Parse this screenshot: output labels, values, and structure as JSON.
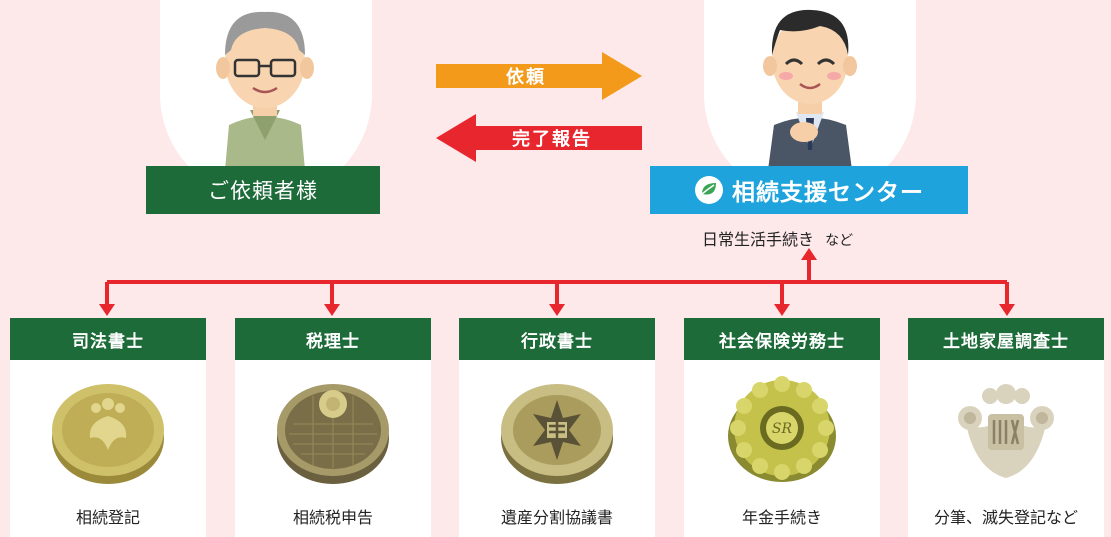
{
  "client": {
    "label": "ご依頼者様"
  },
  "arrows": {
    "request": "依頼",
    "complete": "完了報告"
  },
  "center": {
    "label": "相続支援センター",
    "note": "日常生活手続き",
    "note_suffix": "など"
  },
  "colors": {
    "green": "#1e6b3a",
    "blue": "#1ea3dc",
    "red": "#e8262d",
    "orange": "#f39a1b",
    "background": "#fde8ea"
  },
  "professions": [
    {
      "title": "司法書士",
      "task": "相続登記",
      "badge": "judicial-scrivener-badge-icon"
    },
    {
      "title": "税理士",
      "task": "相続税申告",
      "badge": "tax-accountant-badge-icon"
    },
    {
      "title": "行政書士",
      "task": "遺産分割協議書",
      "badge": "administrative-scrivener-badge-icon"
    },
    {
      "title": "社会保険労務士",
      "task": "年金手続き",
      "badge": "labor-consultant-badge-icon"
    },
    {
      "title": "土地家屋調査士",
      "task": "分筆、滅失登記など",
      "badge": "land-surveyor-badge-icon"
    }
  ]
}
